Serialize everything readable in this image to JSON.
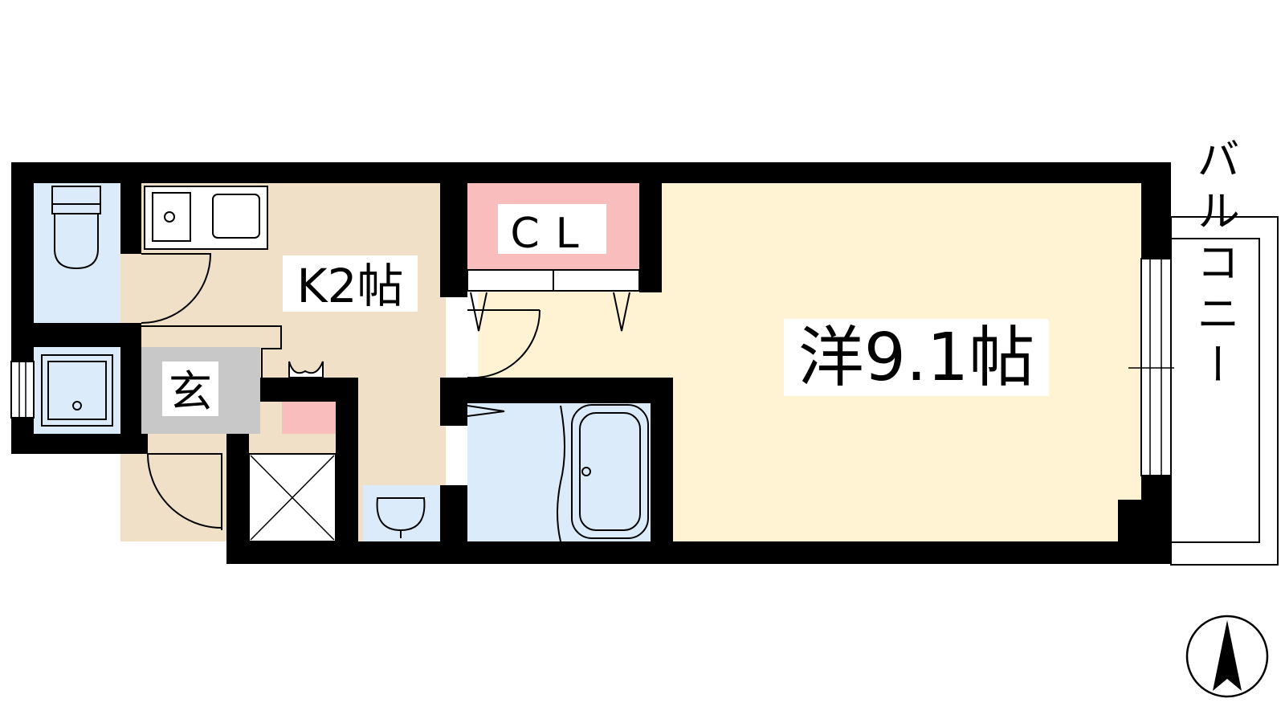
{
  "rooms": {
    "western": {
      "label": "洋9.1帖",
      "color": "#FFF3D4"
    },
    "kitchen": {
      "label": "K2帖",
      "color": "#F1E0C8"
    },
    "closet": {
      "label": "CL",
      "color": "#F9BDBD"
    },
    "entrance": {
      "label": "玄",
      "color": "#C8C8C8"
    },
    "balcony": {
      "label": "バルコニー",
      "color": "#FFFFFF"
    },
    "toilet": {
      "color": "#DCEBFA"
    },
    "bathroom": {
      "color": "#DCEBFA"
    },
    "washroom": {
      "color": "#DCEBFA"
    },
    "laundry": {
      "color": "#DCEBFA"
    },
    "shoe_box": {
      "color": "#F9BDBD"
    }
  },
  "wall_color": "#000000",
  "icons": [
    "toilet-icon",
    "stove-icon",
    "sink-icon",
    "bathtub-icon",
    "washbasin-icon",
    "washing-machine-pan-icon",
    "storage-x-icon",
    "compass-north-icon"
  ]
}
